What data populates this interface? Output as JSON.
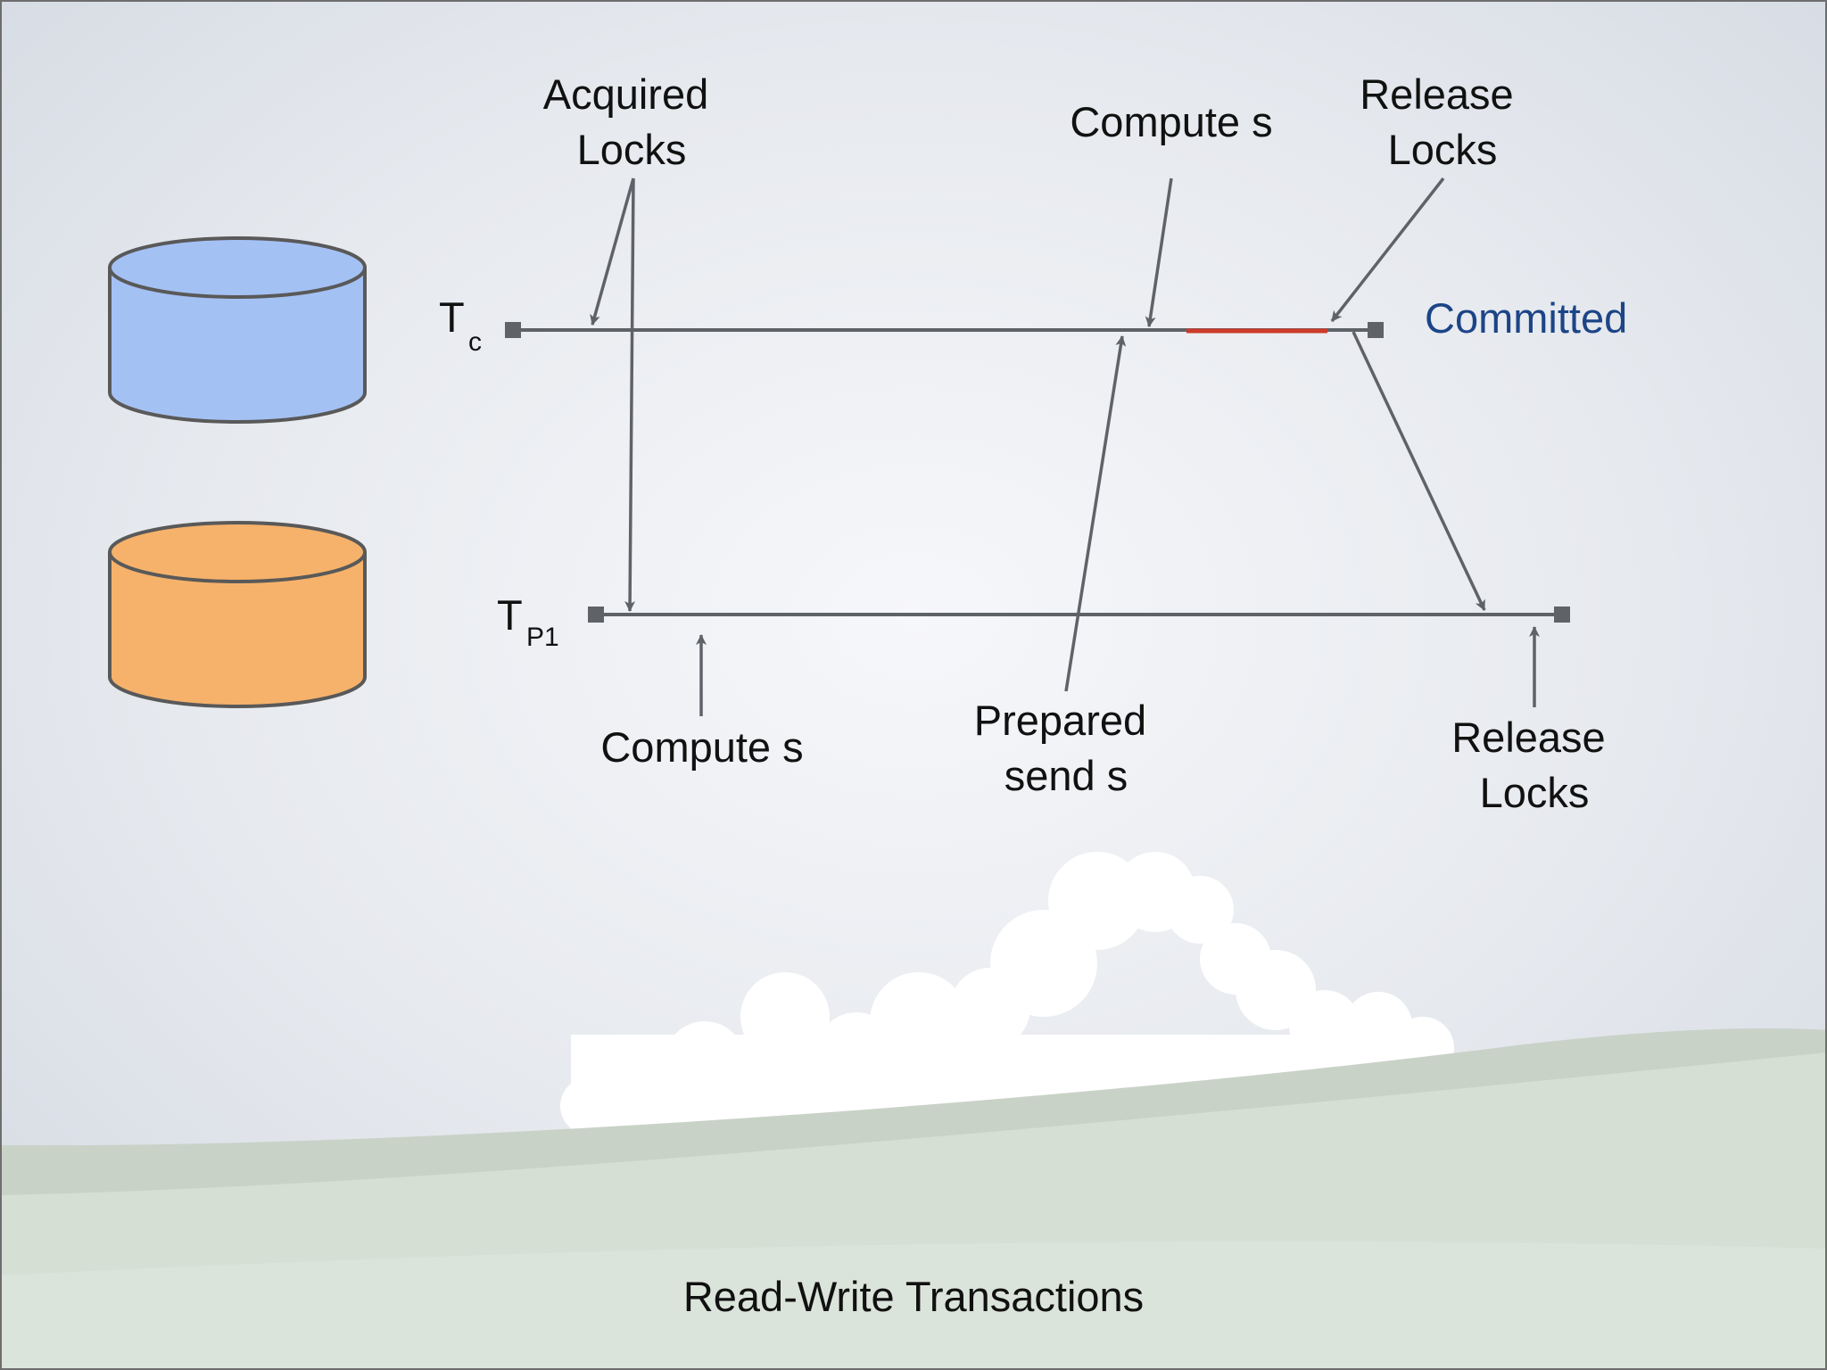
{
  "slide": {
    "title": "Read-Write Transactions"
  },
  "diagram": {
    "coordinator": {
      "label": "T",
      "subscript": "c",
      "db_color": "#a4c1f4",
      "status": "Committed",
      "status_color": "#1c4587",
      "commit_wait_color": "#cc3b2a"
    },
    "participant": {
      "label": "T",
      "subscript": "P1",
      "db_color": "#f6b26b"
    },
    "annotations": {
      "acquired_locks": [
        "Acquired",
        "Locks"
      ],
      "compute_s_coordinator": [
        "Compute s"
      ],
      "release_locks_coordinator": [
        "Release",
        "Locks"
      ],
      "compute_s_participant": [
        "Compute s"
      ],
      "prepared_send_s": [
        "Prepared",
        "send s"
      ],
      "release_locks_participant": [
        "Release",
        "Locks"
      ]
    }
  }
}
